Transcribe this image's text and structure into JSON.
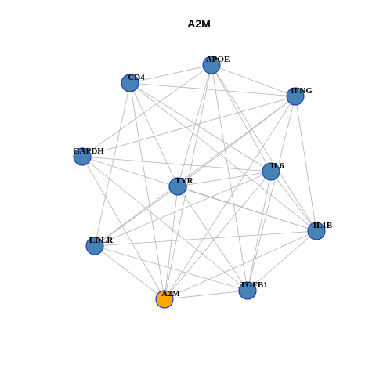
{
  "title": "A2M",
  "colors": {
    "node_default": "#4682b4",
    "node_highlight": "#ffa500",
    "node_border": "#1f3fbf",
    "edge": "#b4b4b4"
  },
  "nodes": [
    {
      "id": "APOE",
      "label": "APOE",
      "highlight": false
    },
    {
      "id": "CD4",
      "label": "CD4",
      "highlight": false
    },
    {
      "id": "IFNG",
      "label": "IFNG",
      "highlight": false
    },
    {
      "id": "GAPDH",
      "label": "GAPDH",
      "highlight": false
    },
    {
      "id": "IL6",
      "label": "IL6",
      "highlight": false
    },
    {
      "id": "TYR",
      "label": "TYR",
      "highlight": false
    },
    {
      "id": "IL1B",
      "label": "IL1B",
      "highlight": false
    },
    {
      "id": "LDLR",
      "label": "LDLR",
      "highlight": false
    },
    {
      "id": "TGFB1",
      "label": "TGFB1",
      "highlight": false
    },
    {
      "id": "A2M",
      "label": "A2M",
      "highlight": true
    }
  ],
  "edges": [
    [
      "APOE",
      "CD4"
    ],
    [
      "APOE",
      "IFNG"
    ],
    [
      "APOE",
      "GAPDH"
    ],
    [
      "APOE",
      "IL6"
    ],
    [
      "APOE",
      "TYR"
    ],
    [
      "APOE",
      "IL1B"
    ],
    [
      "APOE",
      "TGFB1"
    ],
    [
      "APOE",
      "A2M"
    ],
    [
      "CD4",
      "IFNG"
    ],
    [
      "CD4",
      "IL6"
    ],
    [
      "CD4",
      "TYR"
    ],
    [
      "CD4",
      "LDLR"
    ],
    [
      "CD4",
      "A2M"
    ],
    [
      "CD4",
      "IL1B"
    ],
    [
      "IFNG",
      "GAPDH"
    ],
    [
      "IFNG",
      "TYR"
    ],
    [
      "IFNG",
      "LDLR"
    ],
    [
      "IFNG",
      "TGFB1"
    ],
    [
      "IFNG",
      "A2M"
    ],
    [
      "IFNG",
      "IL1B"
    ],
    [
      "GAPDH",
      "IL6"
    ],
    [
      "GAPDH",
      "A2M"
    ],
    [
      "GAPDH",
      "TGFB1"
    ],
    [
      "GAPDH",
      "IL1B"
    ],
    [
      "IL6",
      "LDLR"
    ],
    [
      "IL6",
      "A2M"
    ],
    [
      "IL6",
      "TGFB1"
    ],
    [
      "IL6",
      "IL1B"
    ],
    [
      "IL6",
      "TYR"
    ],
    [
      "TYR",
      "IL1B"
    ],
    [
      "TYR",
      "LDLR"
    ],
    [
      "TYR",
      "TGFB1"
    ],
    [
      "TYR",
      "A2M"
    ],
    [
      "IL1B",
      "LDLR"
    ],
    [
      "IL1B",
      "TGFB1"
    ],
    [
      "IL1B",
      "A2M"
    ],
    [
      "LDLR",
      "A2M"
    ],
    [
      "LDLR",
      "TGFB1"
    ],
    [
      "TGFB1",
      "A2M"
    ]
  ]
}
